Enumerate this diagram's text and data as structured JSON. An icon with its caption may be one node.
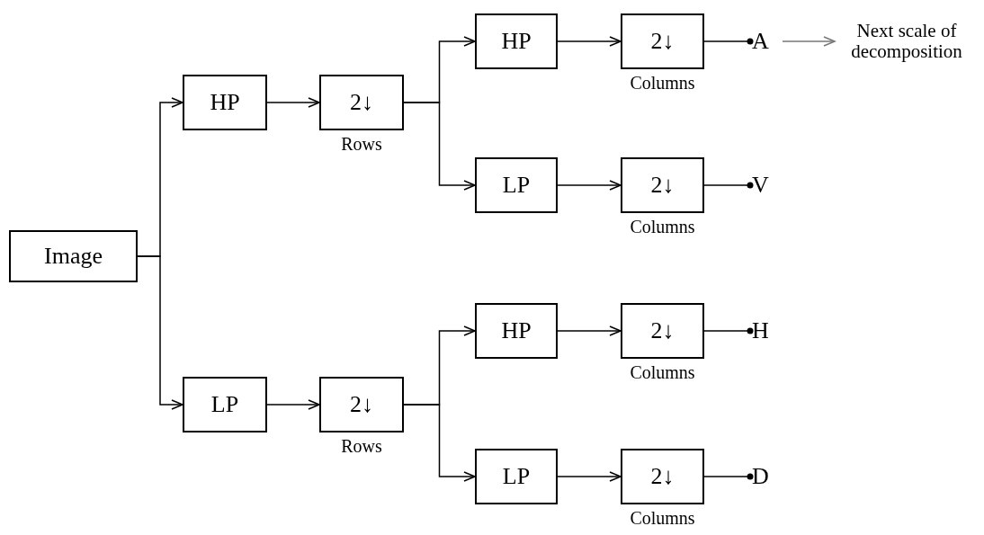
{
  "diagram": {
    "nodes": [
      {
        "text": [
          "Image"
        ]
      },
      {
        "text": [
          "HP"
        ]
      },
      {
        "text": [
          "2↓"
        ],
        "beside": [
          "Rows"
        ]
      },
      {
        "text": [
          "HP"
        ]
      },
      {
        "text": [
          "2↓"
        ],
        "beside": [
          "Columns"
        ]
      },
      {
        "text": [
          "A"
        ]
      },
      {
        "text": [
          "Next scale of decomposition"
        ]
      },
      {
        "text": [
          "LP"
        ]
      },
      {
        "text": [
          "2↓"
        ],
        "beside": [
          "Columns"
        ]
      },
      {
        "text": [
          "V"
        ]
      },
      {
        "text": [
          "LP"
        ]
      },
      {
        "text": [
          "2↓"
        ],
        "beside": [
          "Rows"
        ]
      },
      {
        "text": [
          "HP"
        ]
      },
      {
        "text": [
          "2↓"
        ],
        "beside": [
          "Columns"
        ]
      },
      {
        "text": [
          "H"
        ]
      },
      {
        "text": [
          "LP"
        ]
      },
      {
        "text": [
          "2↓"
        ],
        "beside": [
          "Columns"
        ]
      },
      {
        "text": [
          "D"
        ]
      }
    ],
    "edges": [
      {
        "from": 0,
        "to": 1,
        "arrow": "to"
      },
      {
        "from": 0,
        "to": 10,
        "arrow": "to"
      },
      {
        "from": 1,
        "to": 2,
        "arrow": "to"
      },
      {
        "from": 2,
        "to": 3,
        "arrow": "to"
      },
      {
        "from": 2,
        "to": 7,
        "arrow": "to"
      },
      {
        "from": 3,
        "to": 4,
        "arrow": "to"
      },
      {
        "from": 4,
        "to": 5,
        "arrow": "other"
      },
      {
        "from": 5,
        "to": 6,
        "arrow": "to",
        "color": "#777777"
      },
      {
        "from": 7,
        "to": 8,
        "arrow": "to"
      },
      {
        "from": 8,
        "to": 9,
        "arrow": "other"
      },
      {
        "from": 10,
        "to": 11,
        "arrow": "to"
      },
      {
        "from": 11,
        "to": 12,
        "arrow": "to"
      },
      {
        "from": 11,
        "to": 15,
        "arrow": "to"
      },
      {
        "from": 12,
        "to": 13,
        "arrow": "to"
      },
      {
        "from": 13,
        "to": 14,
        "arrow": "other"
      },
      {
        "from": 15,
        "to": 16,
        "arrow": "to"
      },
      {
        "from": 16,
        "to": 17,
        "arrow": "other"
      }
    ]
  }
}
